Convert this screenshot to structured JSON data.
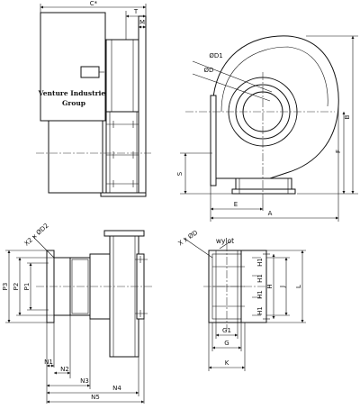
{
  "labels": {
    "c_star": "C*",
    "t": "T",
    "m": "M",
    "phi_d1": "ØD1",
    "phi_d": "ØD",
    "b": "B",
    "f": "F",
    "s": "S",
    "e": "E",
    "a": "A",
    "x2_phi_d2": "X2 x ØD2",
    "p1": "P1",
    "p2": "P2",
    "p3": "P3",
    "n1": "N1",
    "n2": "N2",
    "n3": "N3",
    "n4": "N4",
    "n5": "N5",
    "x_phi_d": "X x ØD",
    "wylot": "wylot",
    "h1": "H1",
    "h": "H",
    "j": "J",
    "l": "L",
    "g1": "G1",
    "g": "G",
    "k": "K"
  },
  "motor_logo": {
    "line1": "Venture Industries",
    "line2": "Group"
  }
}
